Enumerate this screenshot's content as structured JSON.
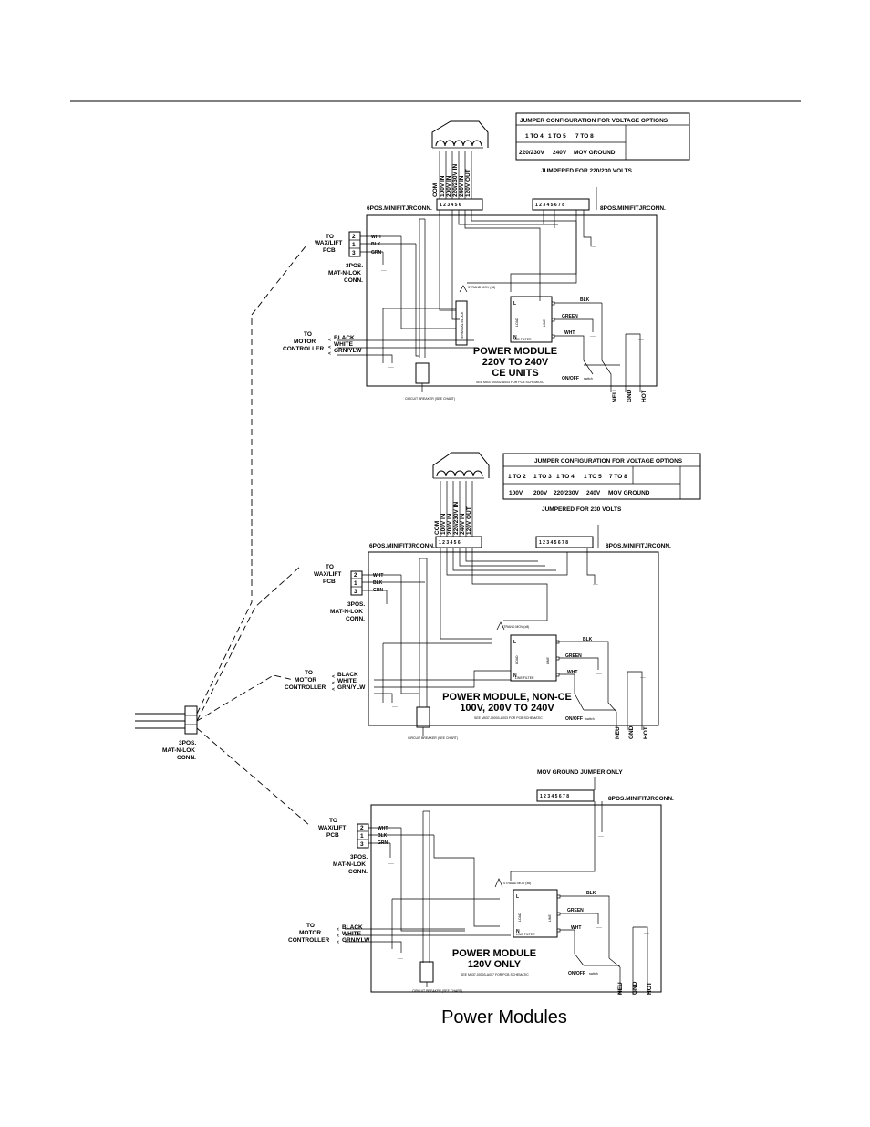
{
  "modules": [
    {
      "jumper_table": {
        "title": "JUMPER CONFIGURATION FOR VOLTAGE OPTIONS",
        "row1": [
          "1 TO 4",
          "1 TO 5",
          "7 TO 8"
        ],
        "row2": [
          "220/230V",
          "240V",
          "MOV GROUND"
        ]
      },
      "jumpered_note": "JUMPERED FOR 220/230 VOLTS",
      "taps": [
        "COM",
        "100V IN",
        "200V IN",
        "220/230V IN",
        "240V IN",
        "120V OUT"
      ],
      "conn6": "6POS.MINIFITJRCONN.",
      "conn6_pins": "1 2 3 4 5 6",
      "conn8": "8POS.MINIFITJRCONN.",
      "conn8_pins": "1 2 3 4 5 6 7 8",
      "to_pcb": [
        "TO",
        "WAX/LIFT",
        "PCB"
      ],
      "pins": [
        "2",
        "1",
        "3"
      ],
      "wires": [
        "WHT",
        "BLK",
        "GRN"
      ],
      "matnlok": [
        "3POS.",
        "MAT-N-LOK",
        "CONN."
      ],
      "to_motor": [
        "TO",
        "MOTOR",
        "CONTROLLER"
      ],
      "motor_wires": [
        "BLACK",
        "WHITE",
        "GRN/YLW"
      ],
      "title": [
        "POWER MODULE",
        "220V TO 240V",
        "CE UNITS"
      ],
      "note": "SEE M537-00002-A003 FOR PCB SCHEMATIC",
      "breaker": "CIRCUIT BREAKER (SEE CHART)",
      "filter_wires": [
        "BLK",
        "GREEN",
        "WHT"
      ],
      "onoff": "ON/OFF",
      "switch": "switch",
      "outputs": [
        "NEU",
        "GND",
        "HOT"
      ],
      "mov": "STRAND MOV (x8)"
    },
    {
      "jumper_table": {
        "title": "JUMPER CONFIGURATION FOR VOLTAGE OPTIONS",
        "row1": [
          "1 TO 2",
          "1 TO 3",
          "1 TO 4",
          "1 TO 5",
          "7 TO 8"
        ],
        "row2": [
          "100V",
          "200V",
          "220/230V",
          "240V",
          "MOV GROUND"
        ]
      },
      "jumpered_note": "JUMPERED FOR 230 VOLTS",
      "taps": [
        "COM",
        "100V IN",
        "200V IN",
        "220/230V IN",
        "240V IN",
        "120V OUT"
      ],
      "conn6": "6POS.MINIFITJRCONN.",
      "conn6_pins": "1 2 3 4 5 6",
      "conn8": "8POS.MINIFITJRCONN.",
      "conn8_pins": "1 2 3 4 5 6 7 8",
      "to_pcb": [
        "TO",
        "WAX/LIFT",
        "PCB"
      ],
      "pins": [
        "2",
        "1",
        "3"
      ],
      "wires": [
        "WHT",
        "BLK",
        "GRN"
      ],
      "matnlok": [
        "3POS.",
        "MAT-N-LOK",
        "CONN."
      ],
      "to_motor": [
        "TO",
        "MOTOR",
        "CONTROLLER"
      ],
      "motor_wires": [
        "BLACK",
        "WHITE",
        "GRN/YLW"
      ],
      "title": [
        "POWER MODULE, NON-CE",
        "100V, 200V TO 240V"
      ],
      "note": "SEE M537-00003-A003 FOR PCB SCHEMATIC",
      "breaker": "CIRCUIT BREAKER (SEE CHART)",
      "filter_wires": [
        "BLK",
        "GREEN",
        "WHT"
      ],
      "onoff": "ON/OFF",
      "switch": "switch",
      "outputs": [
        "NEU",
        "GND",
        "HOT"
      ],
      "mov": "STRAND MOV (x8)"
    },
    {
      "jumpered_note": "MOV GROUND JUMPER ONLY",
      "conn8": "8POS.MINIFITJRCONN.",
      "conn8_pins": "1 2 3 4 5 6 7 8",
      "to_pcb": [
        "TO",
        "WAX/LIFT",
        "PCB"
      ],
      "pins": [
        "2",
        "1",
        "3"
      ],
      "wires": [
        "WHT",
        "BLK",
        "GRN"
      ],
      "matnlok": [
        "3POS.",
        "MAT-N-LOK",
        "CONN."
      ],
      "to_motor": [
        "TO",
        "MOTOR",
        "CONTROLLER"
      ],
      "motor_wires": [
        "BLACK",
        "WHITE",
        "GRN/YLW"
      ],
      "title": [
        "POWER MODULE",
        "120V ONLY"
      ],
      "note": "SEE M537-00003-A007 FOR PCB SCHEMATIC",
      "breaker": "CIRCUIT BREAKER (SEE CHART)",
      "filter_wires": [
        "BLK",
        "GREEN",
        "WHT"
      ],
      "onoff": "ON/OFF",
      "switch": "switch",
      "outputs": [
        "NEU",
        "GND",
        "HOT"
      ],
      "mov": "STRAND MOV (x8)"
    }
  ],
  "cable_conn": [
    "3POS.",
    "MAT-N-LOK",
    "CONN."
  ],
  "caption": "Power Modules"
}
